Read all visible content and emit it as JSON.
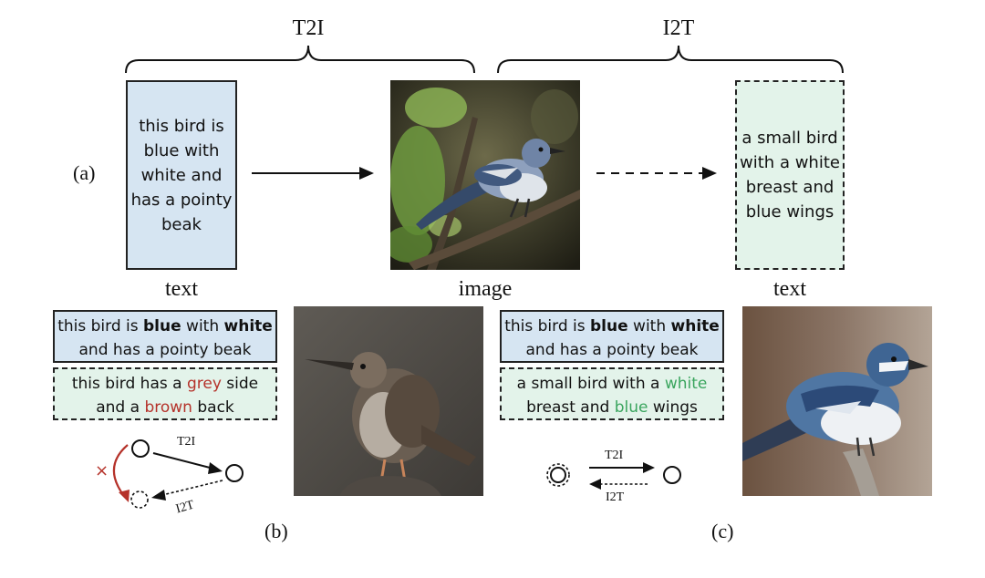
{
  "panel_a": {
    "label": "(a)",
    "bracket_t2i": "T2I",
    "bracket_i2t": "I2T",
    "input_text": [
      "this bird is",
      "blue with",
      "white and",
      "has a pointy",
      "beak"
    ],
    "output_text": [
      "a small bird",
      "with a white",
      "breast and",
      "blue wings"
    ],
    "caption_left": "text",
    "caption_mid": "image",
    "caption_right": "text"
  },
  "panel_b": {
    "label": "(b)",
    "prompt_line1": {
      "pre": "this bird is ",
      "b1": "blue",
      "mid": " with ",
      "b2": "white"
    },
    "prompt_line2": "and has a pointy beak",
    "caption_line1": {
      "pre": "this bird has a ",
      "c1": "grey",
      "post": " side"
    },
    "caption_line2": {
      "pre": "and a ",
      "c1": "brown",
      "post": " back"
    },
    "arrow_t2i": "T2I",
    "arrow_i2t": "I2T",
    "cross": "×"
  },
  "panel_c": {
    "label": "(c)",
    "prompt_line1": {
      "pre": "this bird is ",
      "b1": "blue",
      "mid": " with ",
      "b2": "white"
    },
    "prompt_line2": "and has a pointy beak",
    "caption_line1": {
      "pre": "a small bird with a ",
      "c1": "white"
    },
    "caption_line2": {
      "pre": "breast and ",
      "c1": "blue",
      "post": " wings"
    },
    "arrow_t2i": "T2I",
    "arrow_i2t": "I2T"
  },
  "colors": {
    "text_box_blue": "#d6e5f2",
    "text_box_green": "#e3f3ea",
    "highlight_red": "#b5322a",
    "highlight_green": "#3aa55e"
  }
}
